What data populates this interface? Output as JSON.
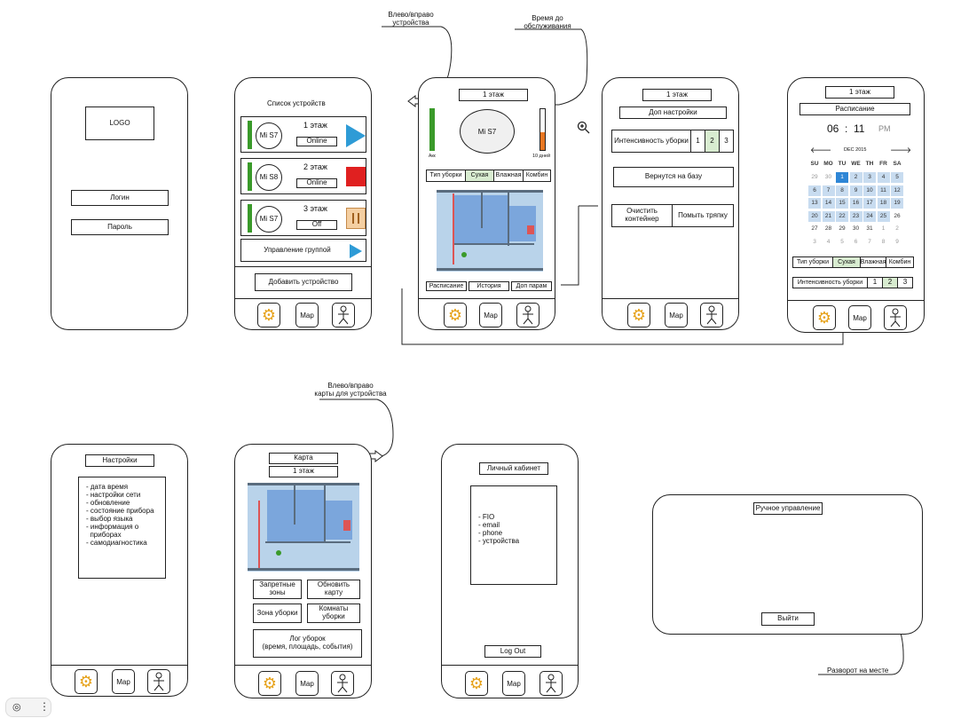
{
  "annotations": {
    "left_right_devices": "Влево/вправо\nустройства",
    "service_time": "Время до\nобслуживания",
    "left_right_maps": "Влево/вправо\nкарты для устройства",
    "rotate": "Разворот на месте"
  },
  "login": {
    "logo": "LOGO",
    "login": "Логин",
    "password": "Пароль"
  },
  "devices": {
    "title": "Список устройств",
    "items": [
      {
        "model": "Mi S7",
        "floor": "1 этаж",
        "status": "Online",
        "color": "#2e9bd6"
      },
      {
        "model": "Mi S8",
        "floor": "2 этаж",
        "status": "Online",
        "color": "#e02020"
      },
      {
        "model": "Mi S7",
        "floor": "3 этаж",
        "status": "Off",
        "color": "#f4cfa2"
      }
    ],
    "group": "Управление группой",
    "add": "Добавить устройство"
  },
  "nav": {
    "map": "Map"
  },
  "control": {
    "floor": "1 этаж",
    "robot": "Mi S7",
    "battery_label": "Акк",
    "days_label": "10 дней",
    "modes": [
      "Тип уборки",
      "Сухая",
      "Влажная",
      "Комбин"
    ],
    "bottom": [
      "Расписание",
      "История",
      "Доп парам"
    ]
  },
  "extra": {
    "floor": "1 этаж",
    "title": "Доп настройки",
    "intensity": "Интенсивность уборки",
    "levels": [
      "1",
      "2",
      "3"
    ],
    "return": "Вернутся на базу",
    "clean_container": "Очистить контейнер",
    "wash_rag": "Помыть тряпку"
  },
  "schedule": {
    "floor": "1 этаж",
    "title": "Расписание",
    "hour": "06",
    "colon": ":",
    "minute": "11",
    "ampm": "PM",
    "month": "DEC 2015",
    "prev": "🡐",
    "next": "🡒",
    "weekdays": [
      "SU",
      "MO",
      "TU",
      "WE",
      "TH",
      "FR",
      "SA"
    ],
    "days": [
      "29",
      "30",
      "1",
      "2",
      "3",
      "4",
      "5",
      "6",
      "7",
      "8",
      "9",
      "10",
      "11",
      "12",
      "13",
      "14",
      "15",
      "16",
      "17",
      "18",
      "19",
      "20",
      "21",
      "22",
      "23",
      "24",
      "25",
      "26",
      "27",
      "28",
      "29",
      "30",
      "31",
      "1",
      "2",
      "3",
      "4",
      "5",
      "6",
      "7",
      "8",
      "9"
    ],
    "modes": [
      "Тип уборки",
      "Сухая",
      "Влажная",
      "Комбин"
    ],
    "intensity": "Интенсивность уборки",
    "levels": [
      "1",
      "2",
      "3"
    ]
  },
  "settings": {
    "title": "Настройки",
    "items": [
      "- дата время",
      "- настройки сети",
      "- обновление",
      "- состояние прибора",
      "- выбор языка",
      "- информация о",
      "  приборах",
      "- самодиагностика"
    ]
  },
  "mapscreen": {
    "title": "Карта",
    "floor": "1 этаж",
    "forbidden": "Запретные зоны",
    "update": "Обновить карту",
    "zone": "Зона уборки",
    "rooms": "Комнаты уборки",
    "log": "Лог уборок\n(время, площадь, события)"
  },
  "account": {
    "title": "Личный кабинет",
    "items": [
      "- FIO",
      "- email",
      "- phone",
      "- устройства"
    ],
    "logout": "Log Out"
  },
  "manual": {
    "title": "Ручное управление",
    "exit": "Выйти"
  }
}
